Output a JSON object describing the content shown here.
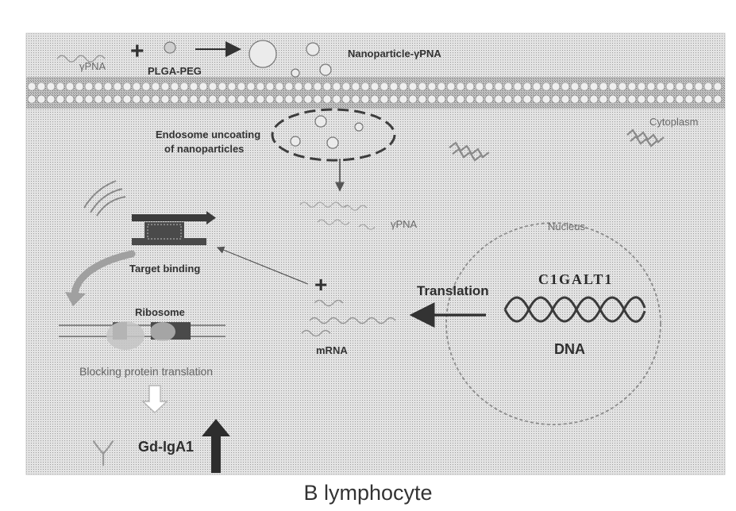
{
  "labels": {
    "ypna_top": "γPNA",
    "plus_top": "+",
    "plga_peg": "PLGA-PEG",
    "nanoparticle_ypna": "Nanoparticle-γPNA",
    "cytoplasm": "Cytoplasm",
    "endosome_line1": "Endosome uncoating",
    "endosome_line2": "of nanoparticles",
    "ypna_mid": "γPNA",
    "nucleus": "Nucleus",
    "target_binding": "Target binding",
    "plus_mid": "+",
    "translation": "Translation",
    "gene": "C1GALT1",
    "dna": "DNA",
    "ribosome": "Ribosome",
    "mrna": "mRNA",
    "blocking": "Blocking protein translation",
    "gd_iga1": "Gd-IgA1"
  },
  "caption": "B lymphocyte",
  "colors": {
    "background": "#d9d9d9",
    "membrane": "#a8a8a8",
    "dark": "#333333",
    "arrow_dark": "#2d2d2d"
  }
}
